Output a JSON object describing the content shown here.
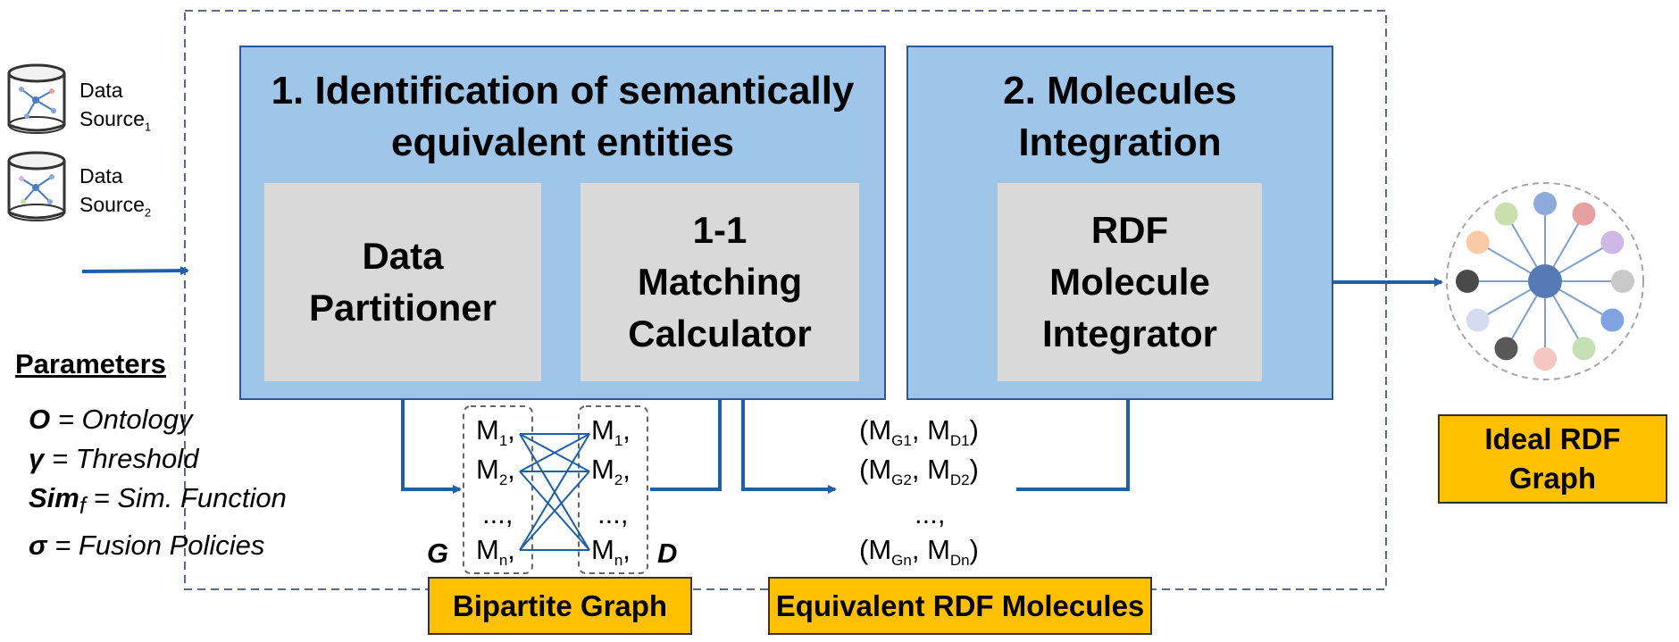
{
  "data_sources": [
    {
      "name": "Data",
      "second": "Source",
      "sub": "1"
    },
    {
      "name": "Data",
      "second": "Source",
      "sub": "2"
    }
  ],
  "parameters": {
    "title": "Parameters",
    "items": [
      {
        "symbol": "O",
        "sub": "",
        "text": " = Ontology"
      },
      {
        "symbol": "γ",
        "sub": "",
        "text": " = Threshold"
      },
      {
        "symbol": "Sim",
        "sub": "f",
        "text": " = Sim. Function"
      },
      {
        "symbol": "σ",
        "sub": "",
        "text": " = Fusion Policies"
      }
    ]
  },
  "step1": {
    "title_line1": "1. Identification of semantically",
    "title_line2": "equivalent entities",
    "box_a": "Data\nPartitioner",
    "box_b": "1-1\nMatching\nCalculator"
  },
  "step2": {
    "title_line1": "2. Molecules",
    "title_line2": "Integration",
    "box": "RDF\nMolecule\nIntegrator"
  },
  "bipartite": {
    "left_label": "G",
    "right_label": "D",
    "items": [
      {
        "m": "M",
        "sub": "1",
        "suffix": ","
      },
      {
        "m": "M",
        "sub": "2",
        "suffix": ","
      },
      {
        "m": "...",
        "sub": "",
        "suffix": ","
      },
      {
        "m": "M",
        "sub": "n",
        "suffix": ","
      }
    ],
    "badge": "Bipartite Graph"
  },
  "equivalent": {
    "rows": [
      {
        "a": "M",
        "asub": "G1",
        "b": "M",
        "bsub": "D1"
      },
      {
        "a": "M",
        "asub": "G2",
        "b": "M",
        "bsub": "D2"
      },
      {
        "a": "M",
        "asub": "Gn",
        "b": "M",
        "bsub": "Dn"
      }
    ],
    "ellipsis": "...,",
    "badge": "Equivalent RDF Molecules"
  },
  "output": {
    "badge": "Ideal RDF\nGraph",
    "node_colors": [
      "#8eaadb",
      "#e6a0a0",
      "#cdb9e3",
      "#c9c9c9",
      "#7fa3e0",
      "#c6e0b4",
      "#f4c7c3",
      "#595959",
      "#d6dcef",
      "#4a4a4a",
      "#f8cba6",
      "#c9dfae"
    ],
    "center_color": "#5579b3"
  },
  "colors": {
    "arrow": "#1f5fa8",
    "panel": "#9fc5e8",
    "inner": "#d9d9d9",
    "badge": "#ffc000"
  }
}
